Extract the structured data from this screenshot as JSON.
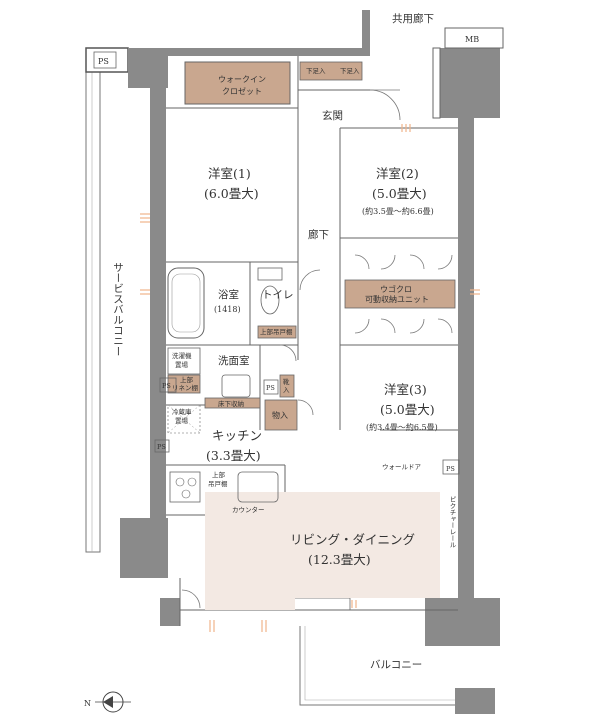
{
  "labels": {
    "common_corridor": "共用廊下",
    "mb": "MB",
    "ps": "PS",
    "walk_in_closet_1": "ウォークイン",
    "walk_in_closet_2": "クロゼット",
    "shoe_box": "下足入",
    "entrance": "玄関",
    "room1_name": "洋室(1)",
    "room1_size": "(6.0畳大)",
    "room2_name": "洋室(2)",
    "room2_size": "(5.0畳大)",
    "room2_range": "(約3.5畳～約6.6畳)",
    "hallway": "廊下",
    "ugokuro_1": "ウゴクロ",
    "ugokuro_2": "可動収納ユニット",
    "bath_name": "浴室",
    "bath_size": "(1418)",
    "toilet": "トイレ",
    "upper_cabinet": "上部吊戸棚",
    "service_balcony": "サービスバルコニー",
    "washroom": "洗面室",
    "washer_1": "洗濯機",
    "washer_2": "置場",
    "linen_1": "上部",
    "linen_2": "リネン棚",
    "floor_storage": "床下収納",
    "storage": "物入",
    "shoe_upper": "靴",
    "shoe_upper2": "入",
    "room3_name": "洋室(3)",
    "room3_size": "(5.0畳大)",
    "room3_range": "(約3.4畳～約6.5畳)",
    "fridge_1": "冷蔵庫",
    "fridge_2": "置場",
    "kitchen_name": "キッチン",
    "kitchen_size": "(3.3畳大)",
    "wall_door": "ウォールドア",
    "upper_cab_1": "上部",
    "upper_cab_2": "吊戸棚",
    "counter": "カウンター",
    "picture_rail": "ピクチャーレール",
    "living_name": "リビング・ダイニング",
    "living_size": "(12.3畳大)",
    "balcony": "バルコニー",
    "north": "N"
  },
  "colors": {
    "wall": "#8a8a8a",
    "storage_fill": "#c9a78f",
    "living_fill": "#f3e9e3",
    "accent_ticks": "#f0b48a",
    "line": "#666666"
  }
}
